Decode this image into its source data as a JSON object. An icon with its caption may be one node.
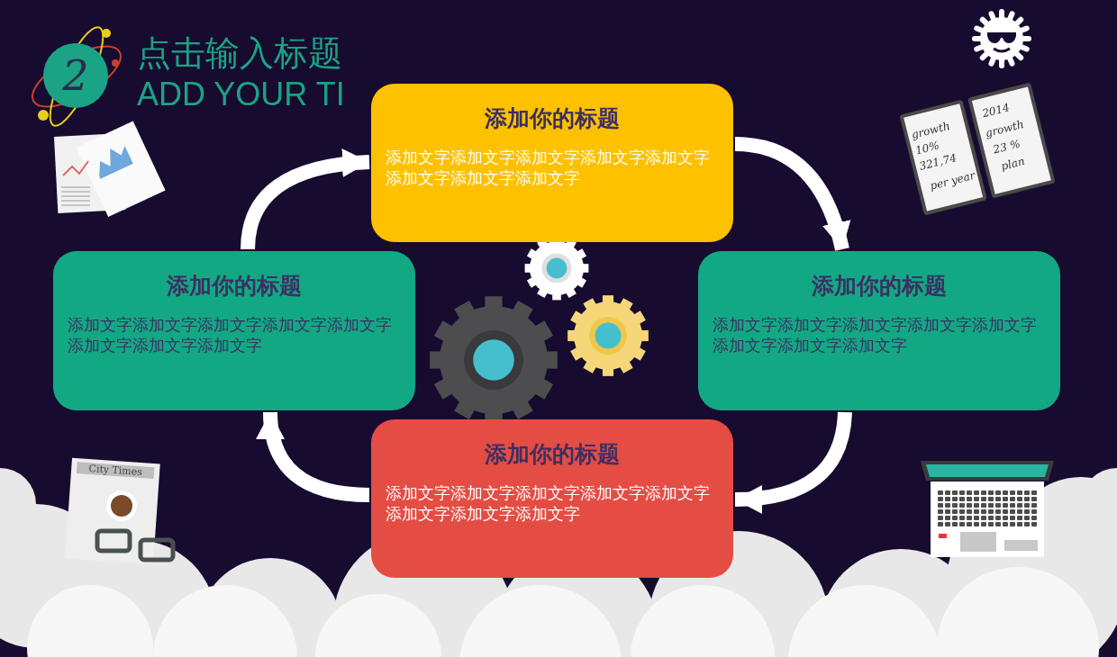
{
  "diagram": {
    "nodes": [
      {
        "text": [
          "添加你的标题",
          "添加文字添加文字添加文字添加文字添加文字添加文字添加文字添加文字"
        ]
      },
      {
        "text": [
          "添加你的标题",
          "添加文字添加文字添加文字添加文字添加文字添加文字添加文字添加文字"
        ]
      },
      {
        "text": [
          "添加你的标题",
          "添加文字添加文字添加文字添加文字添加文字添加文字添加文字添加文字"
        ]
      },
      {
        "text": [
          "添加你的标题",
          "添加文字添加文字添加文字添加文字添加文字添加文字添加文字添加文字"
        ]
      }
    ],
    "edges": [
      {
        "from": 0,
        "to": 2,
        "arrow": "to"
      },
      {
        "from": 2,
        "to": 3,
        "arrow": "to"
      },
      {
        "from": 3,
        "to": 1,
        "arrow": "to"
      },
      {
        "from": 1,
        "to": 0,
        "arrow": "to"
      }
    ],
    "labels": [
      "2",
      "点击输入标题",
      "ADD YOUR TI",
      "growth",
      "10%",
      "321,74",
      "per year",
      "2014",
      "growth",
      "23 %",
      "plan",
      "City Times"
    ]
  }
}
